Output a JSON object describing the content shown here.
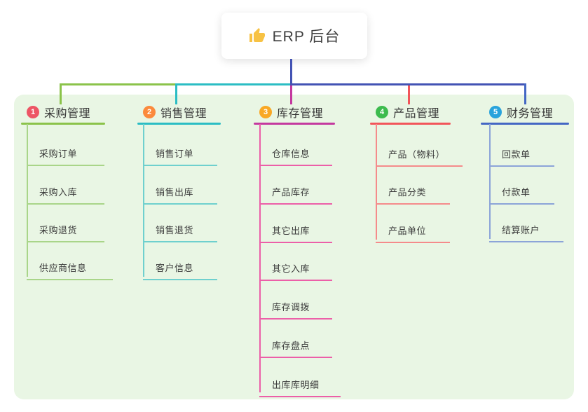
{
  "root": {
    "label": "ERP 后台",
    "icon": "thumbs-up-icon",
    "icon_color": "#F7C244",
    "connector_color": "#4353B4"
  },
  "panel": {
    "background": "#E9F6E4"
  },
  "branches": [
    {
      "num": "1",
      "title": "采购管理",
      "colors": {
        "badge": "#ED5565",
        "line": "#8BC34A",
        "sub_line": "#A9D589"
      },
      "items": [
        "采购订单",
        "采购入库",
        "采购退货",
        "供应商信息"
      ]
    },
    {
      "num": "2",
      "title": "销售管理",
      "colors": {
        "badge": "#FB8A3C",
        "line": "#2BBDC4",
        "sub_line": "#6FD0CE"
      },
      "items": [
        "销售订单",
        "销售出库",
        "销售退货",
        "客户信息"
      ]
    },
    {
      "num": "3",
      "title": "库存管理",
      "colors": {
        "badge": "#F9A825",
        "line": "#C4399F",
        "sub_line": "#EC5FA8"
      },
      "items": [
        "仓库信息",
        "产品库存",
        "其它出库",
        "其它入库",
        "库存调拨",
        "库存盘点",
        "出库库明细"
      ]
    },
    {
      "num": "4",
      "title": "产品管理",
      "colors": {
        "badge": "#3DBB4E",
        "line": "#F2555A",
        "sub_line": "#F58B8B"
      },
      "items": [
        "产品（物料）",
        "产品分类",
        "产品单位"
      ]
    },
    {
      "num": "5",
      "title": "财务管理",
      "colors": {
        "badge": "#29A3DC",
        "line": "#4467C4",
        "sub_line": "#8CA4D8"
      },
      "items": [
        "回款单",
        "付款单",
        "结算账户"
      ]
    }
  ]
}
